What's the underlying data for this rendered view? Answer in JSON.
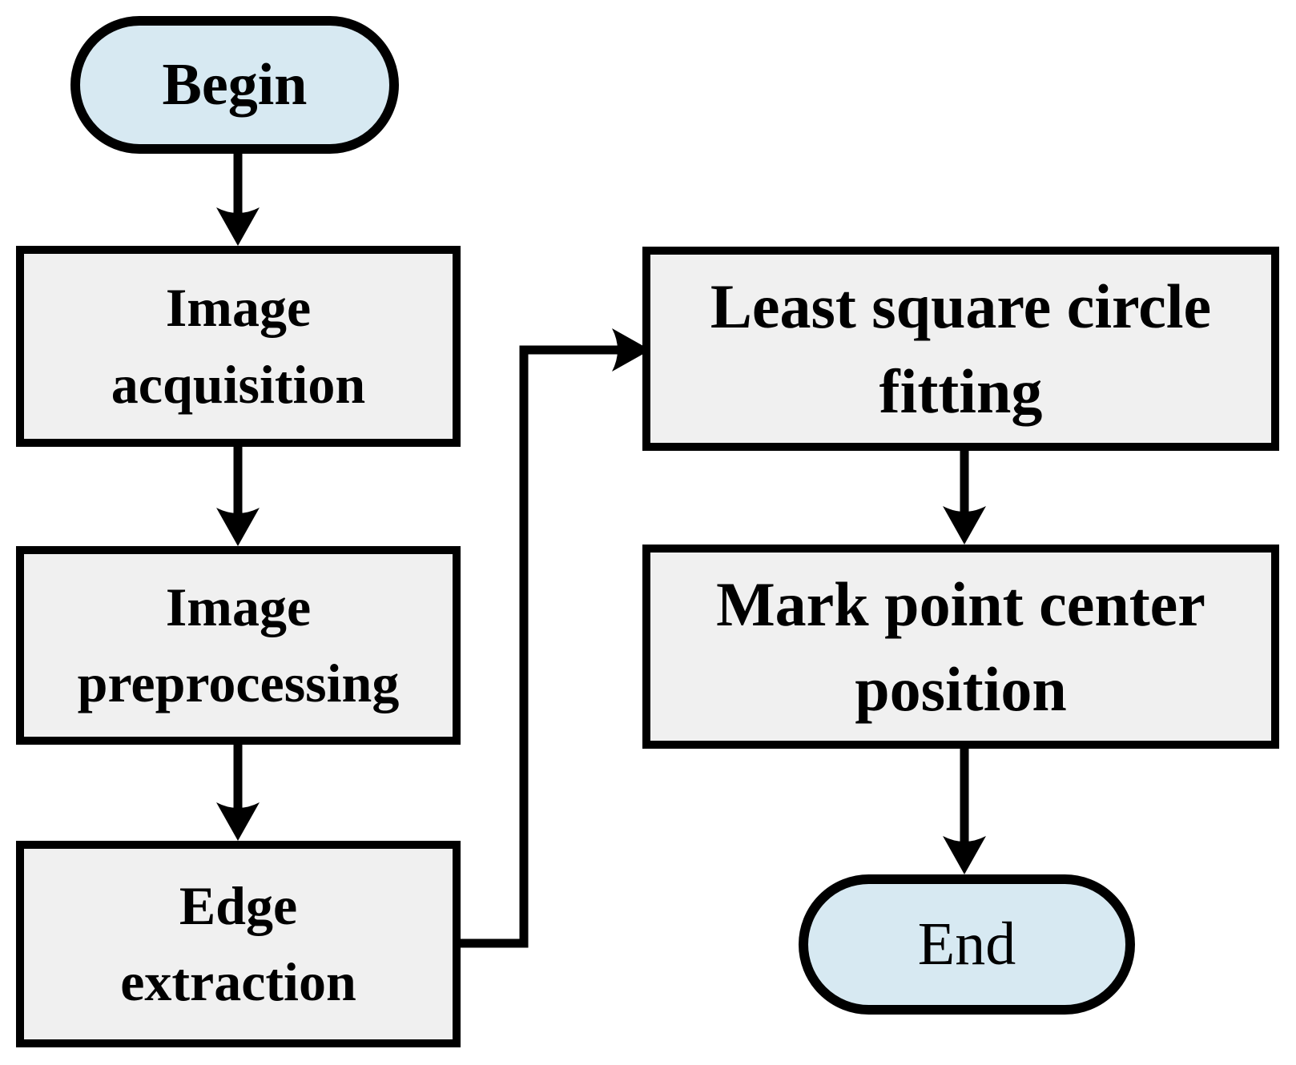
{
  "diagram": {
    "type": "flowchart",
    "background": "#ffffff",
    "colors": {
      "terminator_fill": "#d7e9f2",
      "process_fill": "#f0f0f0",
      "stroke": "#000000",
      "text": "#000000"
    },
    "nodes": [
      {
        "id": "begin",
        "shape": "terminator",
        "label": "Begin",
        "lines": [
          "Begin"
        ]
      },
      {
        "id": "image-acquisition",
        "shape": "process",
        "label": "Image acquisition",
        "lines": [
          "Image",
          "acquisition"
        ]
      },
      {
        "id": "image-preprocessing",
        "shape": "process",
        "label": "Image preprocessing",
        "lines": [
          "Image",
          "preprocessing"
        ]
      },
      {
        "id": "edge-extraction",
        "shape": "process",
        "label": "Edge extraction",
        "lines": [
          "Edge",
          "extraction"
        ]
      },
      {
        "id": "least-square-circle-fitting",
        "shape": "process",
        "label": "Least square circle fitting",
        "lines": [
          "Least square circle",
          "fitting"
        ]
      },
      {
        "id": "mark-point-center-position",
        "shape": "process",
        "label": "Mark point center position",
        "lines": [
          "Mark point center",
          "position"
        ]
      },
      {
        "id": "end",
        "shape": "terminator",
        "label": "End",
        "lines": [
          "End"
        ]
      }
    ],
    "edges": [
      {
        "from": "begin",
        "to": "image-acquisition",
        "style": "straight-down"
      },
      {
        "from": "image-acquisition",
        "to": "image-preprocessing",
        "style": "straight-down"
      },
      {
        "from": "image-preprocessing",
        "to": "edge-extraction",
        "style": "straight-down"
      },
      {
        "from": "edge-extraction",
        "to": "least-square-circle-fitting",
        "style": "elbow-right-up-right"
      },
      {
        "from": "least-square-circle-fitting",
        "to": "mark-point-center-position",
        "style": "straight-down"
      },
      {
        "from": "mark-point-center-position",
        "to": "end",
        "style": "straight-down"
      }
    ]
  }
}
